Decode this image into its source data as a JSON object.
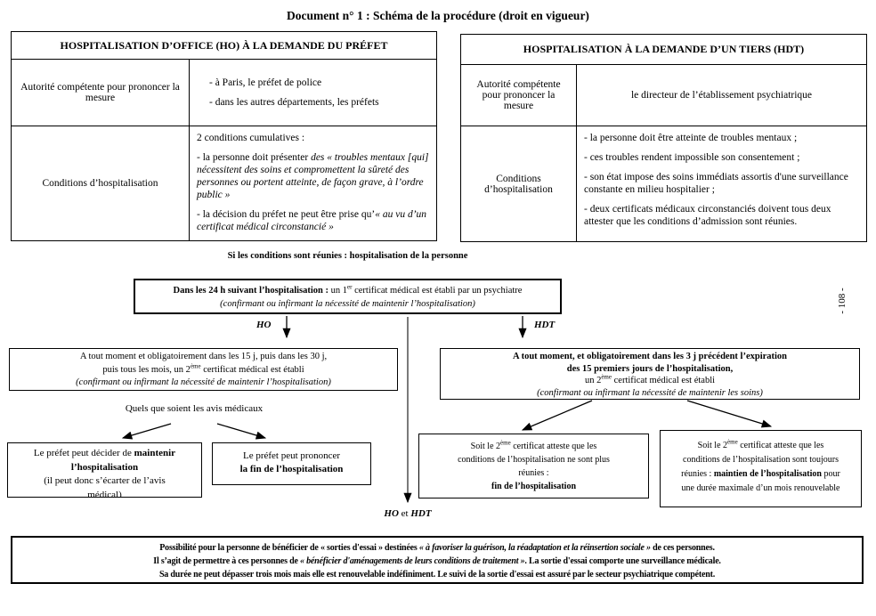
{
  "title": "Document n° 1 : Schéma de la procédure (droit en vigueur)",
  "page_number": "- 108 -",
  "sup": {
    "er": "er",
    "eme": "ème"
  },
  "ho_table": {
    "header": "HOSPITALISATION D’OFFICE (HO) À LA DEMANDE DU PRÉFET",
    "row1_label": "Autorité compétente pour prononcer la mesure",
    "row1_lines": [
      "- à Paris, le préfet de police",
      "- dans les autres départements, les préfets"
    ],
    "row2_label": "Conditions d’hospitalisation",
    "row2_intro": "2 conditions cumulatives :",
    "row2_p1_prefix": "- la personne  doit présenter ",
    "row2_p1_italic": "des « troubles mentaux [qui] nécessitent des soins et compromettent la sûreté des personnes ou portent atteinte, de façon grave, à l’ordre public »",
    "row2_p2_prefix": "- la décision du préfet ne peut être prise qu’",
    "row2_p2_italic": "« au vu d’un certificat médical circonstancié »"
  },
  "hdt_table": {
    "header": "HOSPITALISATION À LA DEMANDE D’UN TIERS (HDT)",
    "row1_label": "Autorité compétente pour prononcer la mesure",
    "row1_value": "le directeur de l’établissement psychiatrique",
    "row2_label": "Conditions d’hospitalisation",
    "row2_lines": [
      "- la personne doit être atteinte de troubles mentaux ;",
      "- ces troubles rendent impossible son consentement ;",
      "- son état impose des soins immédiats assortis d'une surveillance constante en milieu hospitalier ;",
      "- deux certificats médicaux circonstanciés doivent tous deux attester que les conditions d’admission sont réunies."
    ]
  },
  "flow": {
    "conditions_met": "Si les conditions sont réunies : hospitalisation de la personne",
    "box24h": {
      "bold": "Dans les 24 h suivant l’hospitalisation :",
      "mid": " un 1",
      "after_sup": " certificat médical est établi par un psychiatre",
      "line2": "(confirmant ou infirmant la nécessité de maintenir l’hospitalisation)"
    },
    "ho_label": "HO",
    "hdt_label": "HDT",
    "ho_box": {
      "line1": "A tout moment et obligatoirement dans les 15 j, puis dans les 30 j,",
      "line2_pre": "puis tous les mois, un 2",
      "line2_post": " certificat médical est établi",
      "line3": "(confirmant ou infirmant la nécessité de maintenir l’hospitalisation)"
    },
    "quels_avis": "Quels que soient les avis médicaux",
    "prefet_maintain": {
      "l1_pre": "Le préfet peut décider de ",
      "l1_bold": "maintenir",
      "l2_bold": "l’hospitalisation",
      "l3": "(il peut donc s’écarter de l’avis",
      "l4": "médical)"
    },
    "prefet_end": {
      "line1": "Le préfet peut prononcer",
      "line2": "la fin de l’hospitalisation"
    },
    "hdt_box": {
      "line1": "A tout moment, et obligatoirement dans les 3 j précédent l’expiration",
      "line2": "des 15 premiers jours de l’hospitalisation,",
      "line3_pre": "un 2",
      "line3_post": " certificat médical est établi",
      "line4": "(confirmant ou infirmant la nécessité de maintenir les soins)"
    },
    "cert_end": {
      "l1_pre": "Soit le 2",
      "l1_post": " certificat atteste que les",
      "l2": "conditions de l’hospitalisation ne sont plus",
      "l3": "réunies :",
      "l4_bold": "fin de l’hospitalisation"
    },
    "cert_maintain": {
      "l1_pre": "Soit le 2",
      "l1_post": " certificat atteste que les",
      "l2": "conditions de l’hospitalisation sont toujours",
      "l3_pre": "réunies : ",
      "l3_bold": "maintien de l’hospitalisation",
      "l3_post": " pour",
      "l4": "une durée maximale d’un mois renouvelable"
    },
    "ho_et_hdt_pre": "HO",
    "ho_et_hdt_mid": " et ",
    "ho_et_hdt_post": "HDT"
  },
  "footer_box": {
    "l1_pre": "Possibilité pour la personne de bénéficier de « sorties d'essai » destinées ",
    "l1_italic": "« à favoriser la guérison, la réadaptation et la réinsertion sociale »",
    "l1_post": " de ces personnes.",
    "l2_pre": "Il s’agit de permettre à ces personnes de ",
    "l2_italic": "« bénéficier d'aménagements de leurs conditions de traitement »",
    "l2_post": ". La sortie d'essai comporte une surveillance médicale.",
    "l3": "Sa durée ne peut dépasser trois mois mais elle est renouvelable indéfiniment. Le suivi de la sortie d'essai est assuré par le secteur psychiatrique compétent."
  },
  "colors": {
    "text": "#000000",
    "border": "#000000",
    "background": "#ffffff"
  }
}
